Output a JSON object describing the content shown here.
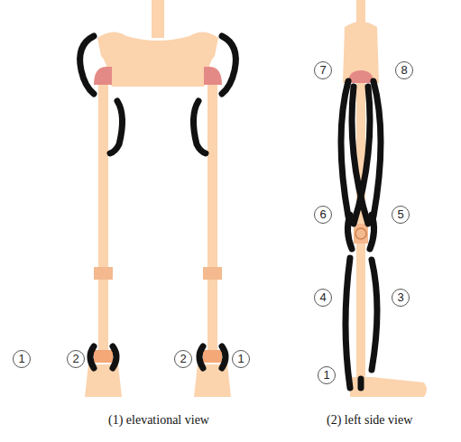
{
  "diagram": {
    "labels": [
      "1",
      "2",
      "2",
      "1",
      "7",
      "8",
      "6",
      "5",
      "4",
      "3",
      "1",
      "(1) elevational view",
      "(2) left side view"
    ]
  }
}
